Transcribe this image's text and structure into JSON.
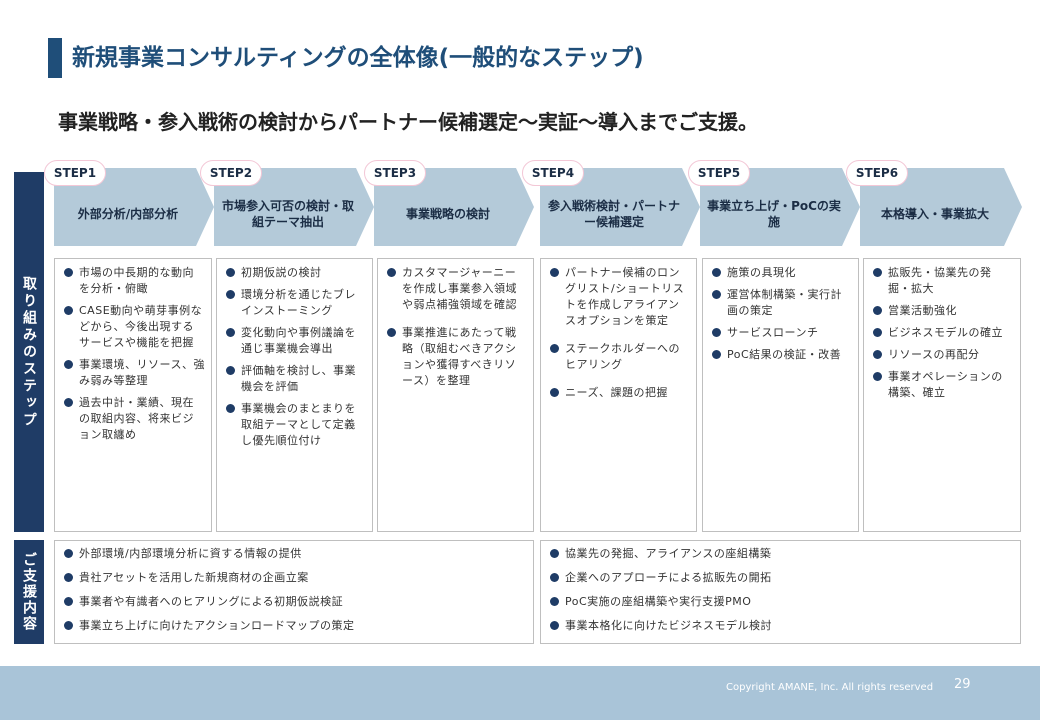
{
  "title": "新規事業コンサルティングの全体像(一般的なステップ)",
  "subtitle": "事業戦略・参入戦術の検討からパートナー候補選定～実証～導入までご支援。",
  "side_labels": {
    "steps": "取り組みのステップ",
    "support": "ご支援内容"
  },
  "steps": [
    {
      "pill": "STEP1",
      "label": "外部分析/内部分析",
      "bullets": [
        "市場の中長期的な動向を分析・俯瞰",
        "CASE動向や萌芽事例などから、今後出現するサービスや機能を把握",
        "事業環境、リソース、強み弱み等整理",
        "過去中計・業績、現在の取組内容、将来ビジョン取纏め"
      ]
    },
    {
      "pill": "STEP2",
      "label": "市場参入可否の検討・取組テーマ抽出",
      "bullets": [
        "初期仮説の検討",
        "環境分析を通じたブレインストーミング",
        "変化動向や事例議論を通じ事業機会導出",
        "評価軸を検討し、事業機会を評価",
        "事業機会のまとまりを取組テーマとして定義し優先順位付け"
      ]
    },
    {
      "pill": "STEP3",
      "label": "事業戦略の検討",
      "bullets": [
        "カスタマージャーニーを作成し事業参入領域や弱点補強領域を確認",
        "事業推進にあたって戦略（取組むべきアクションや獲得すべきリソース）を整理"
      ]
    },
    {
      "pill": "STEP4",
      "label": "参入戦術検討・パートナー候補選定",
      "bullets": [
        "パートナー候補のロングリスト/ショートリストを作成しアライアンスオプションを策定",
        "ステークホルダーへのヒアリング",
        "ニーズ、課題の把握"
      ]
    },
    {
      "pill": "STEP5",
      "label": "事業立ち上げ・PoCの実施",
      "bullets": [
        "施策の具現化",
        "運営体制構築・実行計画の策定",
        "サービスローンチ",
        "PoC結果の検証・改善"
      ]
    },
    {
      "pill": "STEP6",
      "label": "本格導入・事業拡大",
      "bullets": [
        "拡販先・協業先の発掘・拡大",
        "営業活動強化",
        "ビジネスモデルの確立",
        "リソースの再配分",
        "事業オペレーションの構築、確立"
      ]
    }
  ],
  "support_left": [
    "外部環境/内部環境分析に資する情報の提供",
    "貴社アセットを活用した新規商材の企画立案",
    "事業者や有識者へのヒアリングによる初期仮説検証",
    "事業立ち上げに向けたアクションロードマップの策定"
  ],
  "support_right": [
    "協業先の発掘、アライアンスの座組構築",
    "企業へのアプローチによる拡販先の開拓",
    "PoC実施の座組構築や実行支援PMO",
    "事業本格化に向けたビジネスモデル検討"
  ],
  "footer": {
    "copyright": "Copyright AMANE, Inc. All rights reserved",
    "page": "29"
  },
  "colors": {
    "navy": "#1f3c66",
    "title_blue": "#1f4e79",
    "chevron": "#b4cad9",
    "footer": "#a9c4d8",
    "pill_border": "#f3c7d6"
  }
}
